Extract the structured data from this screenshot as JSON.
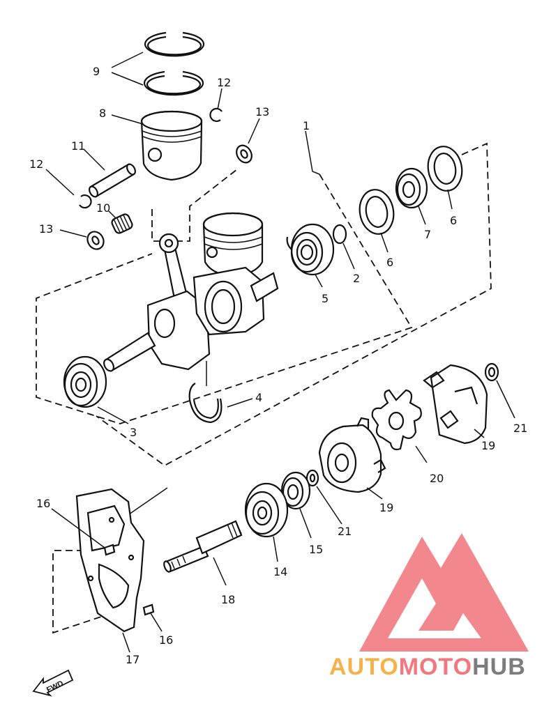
{
  "diagram": {
    "callouts": [
      {
        "id": "c1",
        "number": "1"
      },
      {
        "id": "c2",
        "number": "2"
      },
      {
        "id": "c3",
        "number": "3"
      },
      {
        "id": "c4",
        "number": "4"
      },
      {
        "id": "c5",
        "number": "5"
      },
      {
        "id": "c6a",
        "number": "6"
      },
      {
        "id": "c6b",
        "number": "6"
      },
      {
        "id": "c7",
        "number": "7"
      },
      {
        "id": "c8",
        "number": "8"
      },
      {
        "id": "c9",
        "number": "9"
      },
      {
        "id": "c10",
        "number": "10"
      },
      {
        "id": "c11",
        "number": "11"
      },
      {
        "id": "c12a",
        "number": "12"
      },
      {
        "id": "c12b",
        "number": "12"
      },
      {
        "id": "c13a",
        "number": "13"
      },
      {
        "id": "c13b",
        "number": "13"
      },
      {
        "id": "c14",
        "number": "14"
      },
      {
        "id": "c15",
        "number": "15"
      },
      {
        "id": "c16a",
        "number": "16"
      },
      {
        "id": "c16b",
        "number": "16"
      },
      {
        "id": "c17",
        "number": "17"
      },
      {
        "id": "c18",
        "number": "18"
      },
      {
        "id": "c19a",
        "number": "19"
      },
      {
        "id": "c19b",
        "number": "19"
      },
      {
        "id": "c20",
        "number": "20"
      },
      {
        "id": "c21a",
        "number": "21"
      },
      {
        "id": "c21b",
        "number": "21"
      }
    ],
    "direction_marker": "FWD"
  },
  "watermark": {
    "text_part1": "AUTO",
    "text_part2": "MOTO",
    "text_part3": "HUB",
    "colors": {
      "orange": "#f6b24a",
      "red": "#f0787e",
      "gray": "#7d7d7d"
    }
  }
}
